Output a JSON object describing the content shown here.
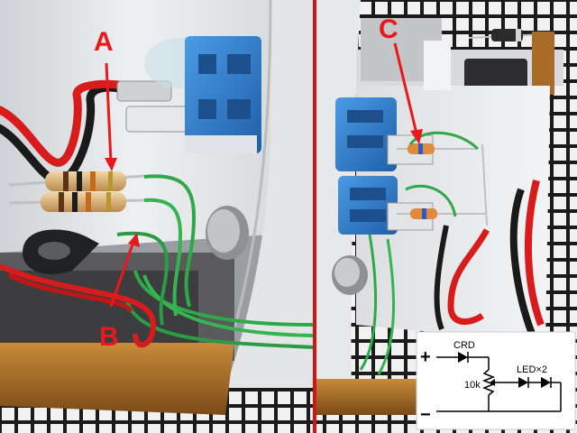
{
  "labels": {
    "a": "A",
    "b": "B",
    "c": "C"
  },
  "schematic": {
    "plus": "+",
    "minus": "−",
    "crd": "CRD",
    "resistor": "10k",
    "leds": "LED×2"
  },
  "colors": {
    "annotation": "#e8191b",
    "divider": "#d21414",
    "wire_green": "#2fa84a",
    "wire_red": "#d81b1b",
    "wire_black": "#1a1a1a",
    "terminal_blue": "#2f7fcf",
    "plastic_white": "#e9eaec",
    "wood": "#b5792f"
  }
}
